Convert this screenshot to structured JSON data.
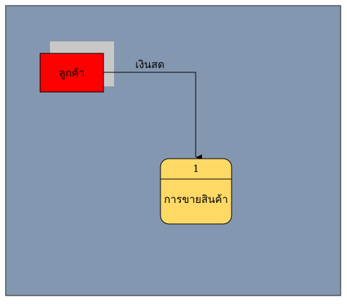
{
  "colors": {
    "background": "#8497b0",
    "entity_fill": "#ff0000",
    "entity_shadow": "#c8c8c8",
    "process_fill": "#ffd966",
    "stroke": "#000000"
  },
  "entity": {
    "label": "ลูกค้า",
    "icon": "external-entity-rectangle"
  },
  "flow": {
    "label": "เงินสด",
    "icon": "arrow-right-then-down"
  },
  "process": {
    "id": "1",
    "label": "การขายสินค้า",
    "icon": "rounded-process-box"
  }
}
